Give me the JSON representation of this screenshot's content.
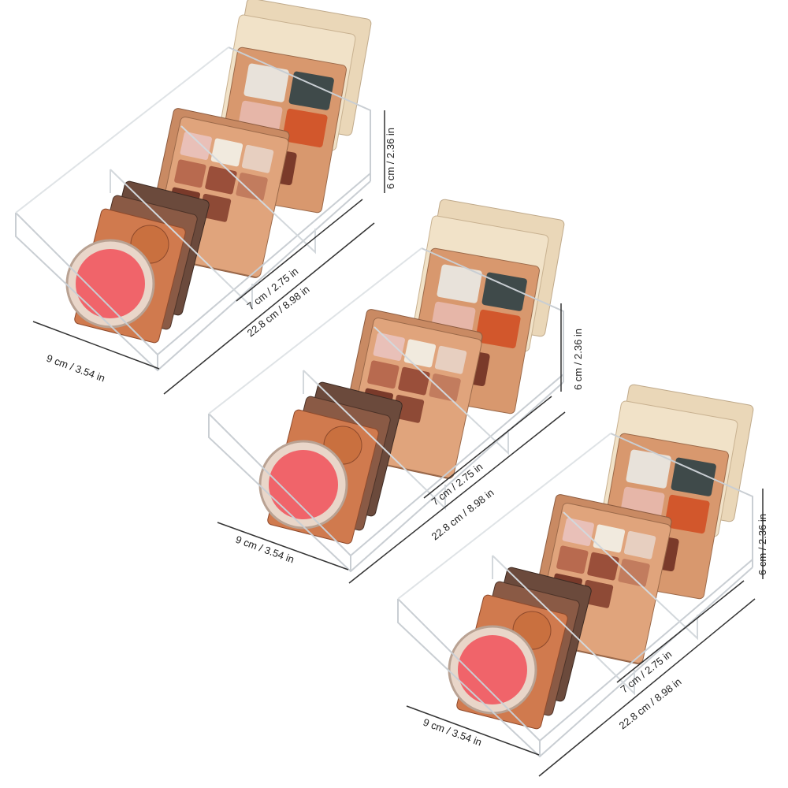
{
  "dimensions": {
    "width_label": "9 cm / 3.54 in",
    "length_label": "22.8 cm / 8.98 in",
    "compartment_label": "7 cm / 2.75 in",
    "height_label": "6 cm / 2.36 in"
  },
  "organizers": [
    {
      "name": "organizer-top"
    },
    {
      "name": "organizer-middle"
    },
    {
      "name": "organizer-bottom"
    }
  ],
  "colors": {
    "acrylic_edge": "#c9ced3",
    "palette_case": "#c98a63",
    "palette_dark": "#6b4a3c",
    "blush": "#f0646a",
    "cream_case": "#ead7b8",
    "shadow_teal": "#3f4a4a",
    "shadow_orange": "#d2572c"
  }
}
